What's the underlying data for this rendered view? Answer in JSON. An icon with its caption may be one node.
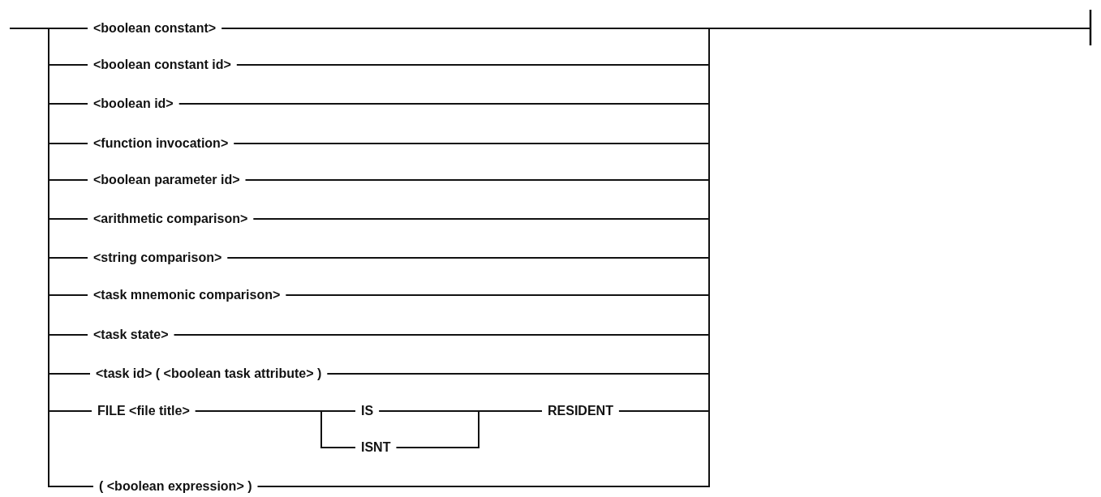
{
  "diagram": {
    "nodes": [
      {
        "text": [
          "<boolean constant>"
        ]
      },
      {
        "text": [
          "<boolean constant id>"
        ]
      },
      {
        "text": [
          "<boolean id>"
        ]
      },
      {
        "text": [
          "<function invocation>"
        ]
      },
      {
        "text": [
          "<boolean parameter id>"
        ]
      },
      {
        "text": [
          "<arithmetic comparison>"
        ]
      },
      {
        "text": [
          "<string comparison>"
        ]
      },
      {
        "text": [
          "<task mnemonic comparison>"
        ]
      },
      {
        "text": [
          "<task state>"
        ]
      },
      {
        "text": [
          "<task id> ( <boolean task attribute> )"
        ]
      },
      {
        "text": [
          "FILE <file title>"
        ]
      },
      {
        "text": [
          "IS"
        ]
      },
      {
        "text": [
          "RESIDENT"
        ]
      },
      {
        "text": [
          "ISNT"
        ]
      },
      {
        "text": [
          "( <boolean expression> )"
        ]
      }
    ],
    "edges": [
      {
        "from": null,
        "to": 0,
        "arrow": "none"
      },
      {
        "from": null,
        "to": 1,
        "arrow": "none"
      },
      {
        "from": null,
        "to": 2,
        "arrow": "none"
      },
      {
        "from": null,
        "to": 3,
        "arrow": "none"
      },
      {
        "from": null,
        "to": 4,
        "arrow": "none"
      },
      {
        "from": null,
        "to": 5,
        "arrow": "none"
      },
      {
        "from": null,
        "to": 6,
        "arrow": "none"
      },
      {
        "from": null,
        "to": 7,
        "arrow": "none"
      },
      {
        "from": null,
        "to": 8,
        "arrow": "none"
      },
      {
        "from": null,
        "to": 9,
        "arrow": "none"
      },
      {
        "from": null,
        "to": 10,
        "arrow": "none"
      },
      {
        "from": null,
        "to": 14,
        "arrow": "none"
      },
      {
        "from": 10,
        "to": 11,
        "arrow": "none"
      },
      {
        "from": 10,
        "to": 13,
        "arrow": "none"
      },
      {
        "from": 11,
        "to": 12,
        "arrow": "none"
      },
      {
        "from": 13,
        "to": 12,
        "arrow": "none"
      },
      {
        "from": 0,
        "to": null,
        "arrow": "none"
      },
      {
        "from": 1,
        "to": null,
        "arrow": "none"
      },
      {
        "from": 2,
        "to": null,
        "arrow": "none"
      },
      {
        "from": 3,
        "to": null,
        "arrow": "none"
      },
      {
        "from": 4,
        "to": null,
        "arrow": "none"
      },
      {
        "from": 5,
        "to": null,
        "arrow": "none"
      },
      {
        "from": 6,
        "to": null,
        "arrow": "none"
      },
      {
        "from": 7,
        "to": null,
        "arrow": "none"
      },
      {
        "from": 8,
        "to": null,
        "arrow": "none"
      },
      {
        "from": 9,
        "to": null,
        "arrow": "none"
      },
      {
        "from": 12,
        "to": null,
        "arrow": "none"
      },
      {
        "from": 14,
        "to": null,
        "arrow": "none"
      }
    ]
  }
}
